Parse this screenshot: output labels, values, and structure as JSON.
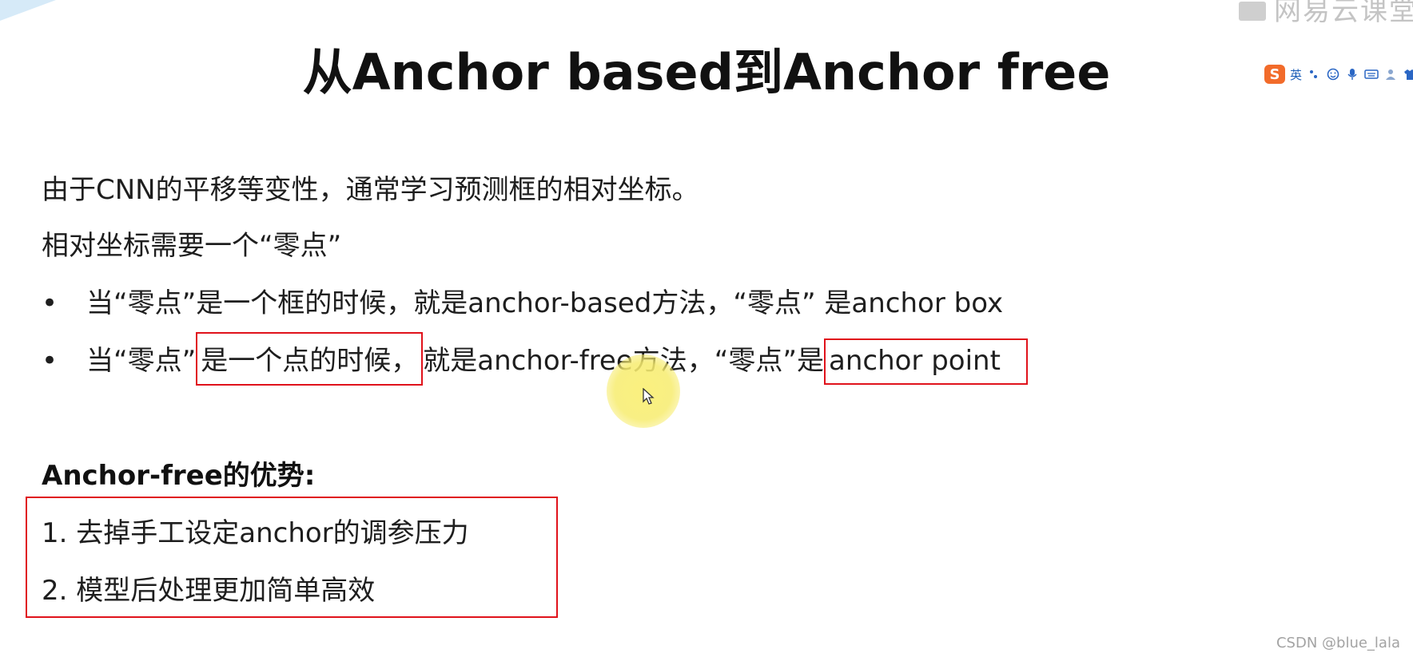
{
  "watermark_top": "网易云课堂",
  "ime_toolbar": {
    "logo": "S",
    "lang_label": "英",
    "icons": [
      "punctuation-icon",
      "emoji-icon",
      "microphone-icon",
      "keyboard-icon",
      "user-icon",
      "shirt-icon"
    ]
  },
  "slide": {
    "title": "从Anchor based到Anchor free",
    "line1": "由于CNN的平移等变性，通常学习预测框的相对坐标。",
    "line2": "相对坐标需要一个“零点”",
    "bullet1": {
      "bullet": "•",
      "text": "当“零点”是一个框的时候，就是anchor-based方法，“零点” 是anchor box"
    },
    "bullet2": {
      "bullet": "•",
      "prefix": "当“零点”",
      "boxed1": "是一个点的时候，",
      "middle": "就是anchor-free方法，“零点”是",
      "boxed2": "anchor point"
    },
    "advantages": {
      "heading": "Anchor-free的优势:",
      "items": [
        "1. 去掉手工设定anchor的调参压力",
        "2. 模型后处理更加简单高效"
      ]
    }
  },
  "colors": {
    "highlight_box": "#e0121b",
    "cursor_halo": "#f7ec6e",
    "corner_accent": "#d6eaf8"
  },
  "watermark_bottom": "CSDN @blue_lala"
}
